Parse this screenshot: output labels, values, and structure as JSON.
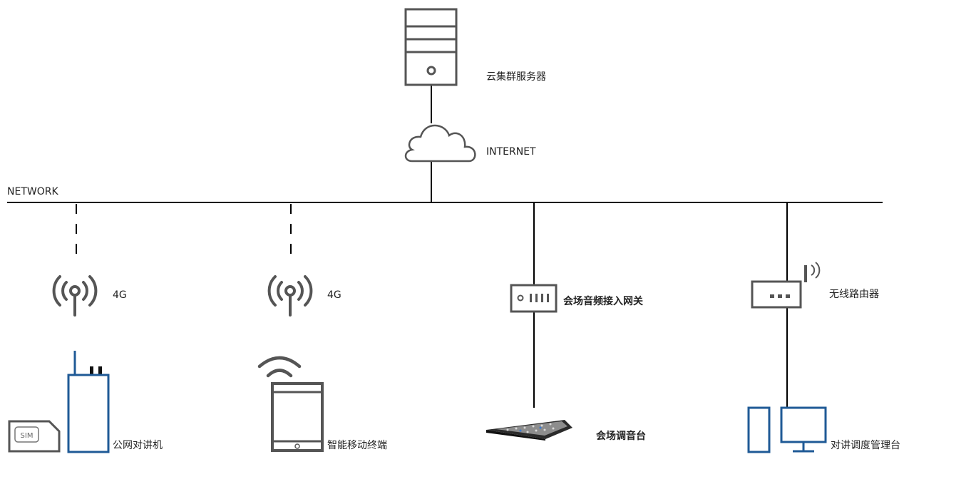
{
  "labels": {
    "server": "云集群服务器",
    "internet": "INTERNET",
    "network": "NETWORK",
    "signal_left": "4G",
    "signal_right": "4G",
    "gateway": "会场音频接入网关",
    "router": "无线路由器",
    "walkie_talkie": "公网对讲机",
    "sim_card": "SIM",
    "mobile_terminal": "智能移动终端",
    "mixer": "会场调音台",
    "dispatch_console": "对讲调度管理台"
  },
  "colors": {
    "line": "#000000",
    "device_gray": "#555555",
    "device_blue": "#1f5a96",
    "text": "#222222"
  }
}
